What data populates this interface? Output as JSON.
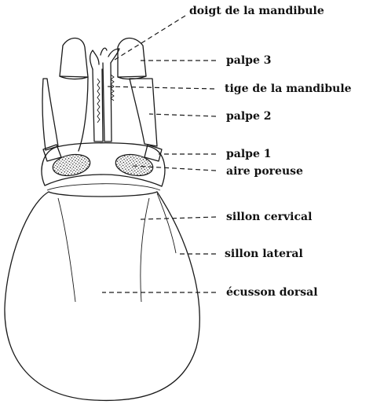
{
  "labels": {
    "doigt": "doigt de la mandibule",
    "palpe3": "palpe 3",
    "tige": "tige de la mandibule",
    "palpe2": "palpe 2",
    "palpe1": "palpe 1",
    "aire": "aire poreuse",
    "sillon_cervical": "sillon cervical",
    "sillon_lateral": "sillon lateral",
    "ecusson": "écusson dorsal"
  },
  "colors": {
    "ink": "#1a1a1a",
    "background": "#ffffff"
  }
}
